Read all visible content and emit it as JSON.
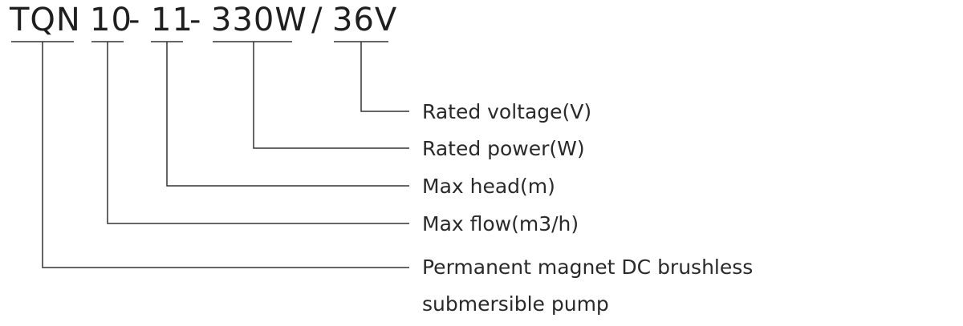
{
  "model_code": {
    "series": "TQN",
    "flow": "10",
    "dash1": "-",
    "head": "11",
    "dash2": "-",
    "power": "330W",
    "slash": "/",
    "voltage": "36V"
  },
  "descriptions": {
    "voltage": "Rated voltage(V)",
    "power": "Rated power(W)",
    "head": "Max head(m)",
    "flow": "Max flow(m3/h)",
    "series_line1": "Permanent magnet DC brushless",
    "series_line2": "submersible pump"
  }
}
